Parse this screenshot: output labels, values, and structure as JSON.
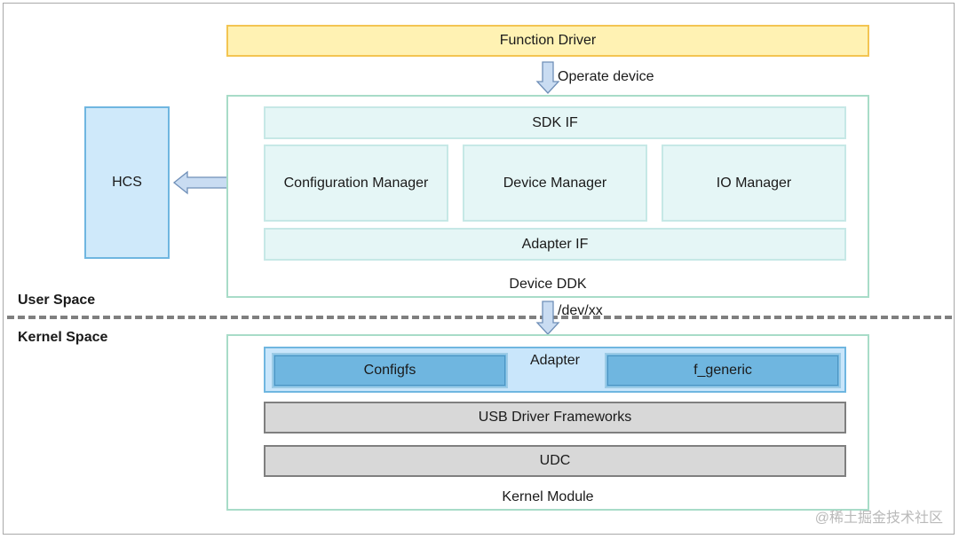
{
  "function_driver": "Function Driver",
  "operate_device": "Operate device",
  "hcs": "HCS",
  "device_ddk": {
    "title": "Device DDK",
    "sdk_if": "SDK IF",
    "managers": [
      "Configuration Manager",
      "Device Manager",
      "IO Manager"
    ],
    "adapter_if": "Adapter IF"
  },
  "dev_path": "/dev/xx",
  "user_space": "User Space",
  "kernel_space": "Kernel Space",
  "kernel_module": {
    "title": "Kernel Module",
    "adapter": {
      "label": "Adapter",
      "configfs": "Configfs",
      "f_generic": "f_generic"
    },
    "usb_frameworks": "USB Driver Frameworks",
    "udc": "UDC"
  },
  "watermark": "@稀土掘金技术社区",
  "colors": {
    "function_driver_fill": "#fff2b3",
    "function_driver_border": "#f3c552",
    "hcs_fill": "#cfe9fa",
    "hcs_border": "#6fb6e0",
    "container_border": "#a8dcc8",
    "module_fill": "#e5f6f6",
    "adapter_fill": "#c9e6fb",
    "adapter_inner": "#6fb6e0",
    "framework_fill": "#d8d8d8",
    "arrow_fill": "#c9dcf2",
    "arrow_stroke": "#6f8fb8"
  }
}
